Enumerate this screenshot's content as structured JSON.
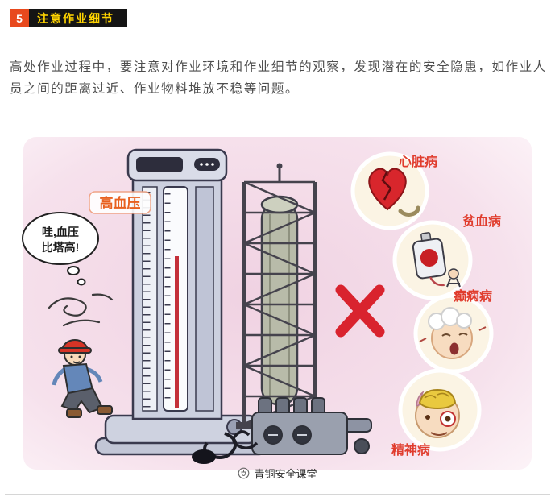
{
  "header": {
    "number": "5",
    "title": "注意作业细节"
  },
  "body": {
    "paragraph": "高处作业过程中，要注意对作业环境和作业细节的观察，发现潜在的安全隐患，如作业人员之间的距离过近、作业物料堆放不稳等问题。"
  },
  "illustration": {
    "meter_label": "高血压",
    "speech": {
      "line1": "哇,血压",
      "line2": "比塔高!"
    },
    "diseases": {
      "heart": "心脏病",
      "anemia": "贫血病",
      "epilepsy": "癫痫病",
      "mental": "精神病"
    },
    "colors": {
      "background_pink": "#f4dce9",
      "disease_label_red": "#e03c2d",
      "x_mark_red": "#d9232e",
      "meter_label_orange": "#e8601f"
    }
  },
  "footer": {
    "brand": "青铜安全课堂"
  },
  "theme": {
    "badge_bg": "#e8491d",
    "header_bar_bg": "#141414",
    "header_bar_text": "#ffd400",
    "body_text_color": "#4d4d4d"
  }
}
